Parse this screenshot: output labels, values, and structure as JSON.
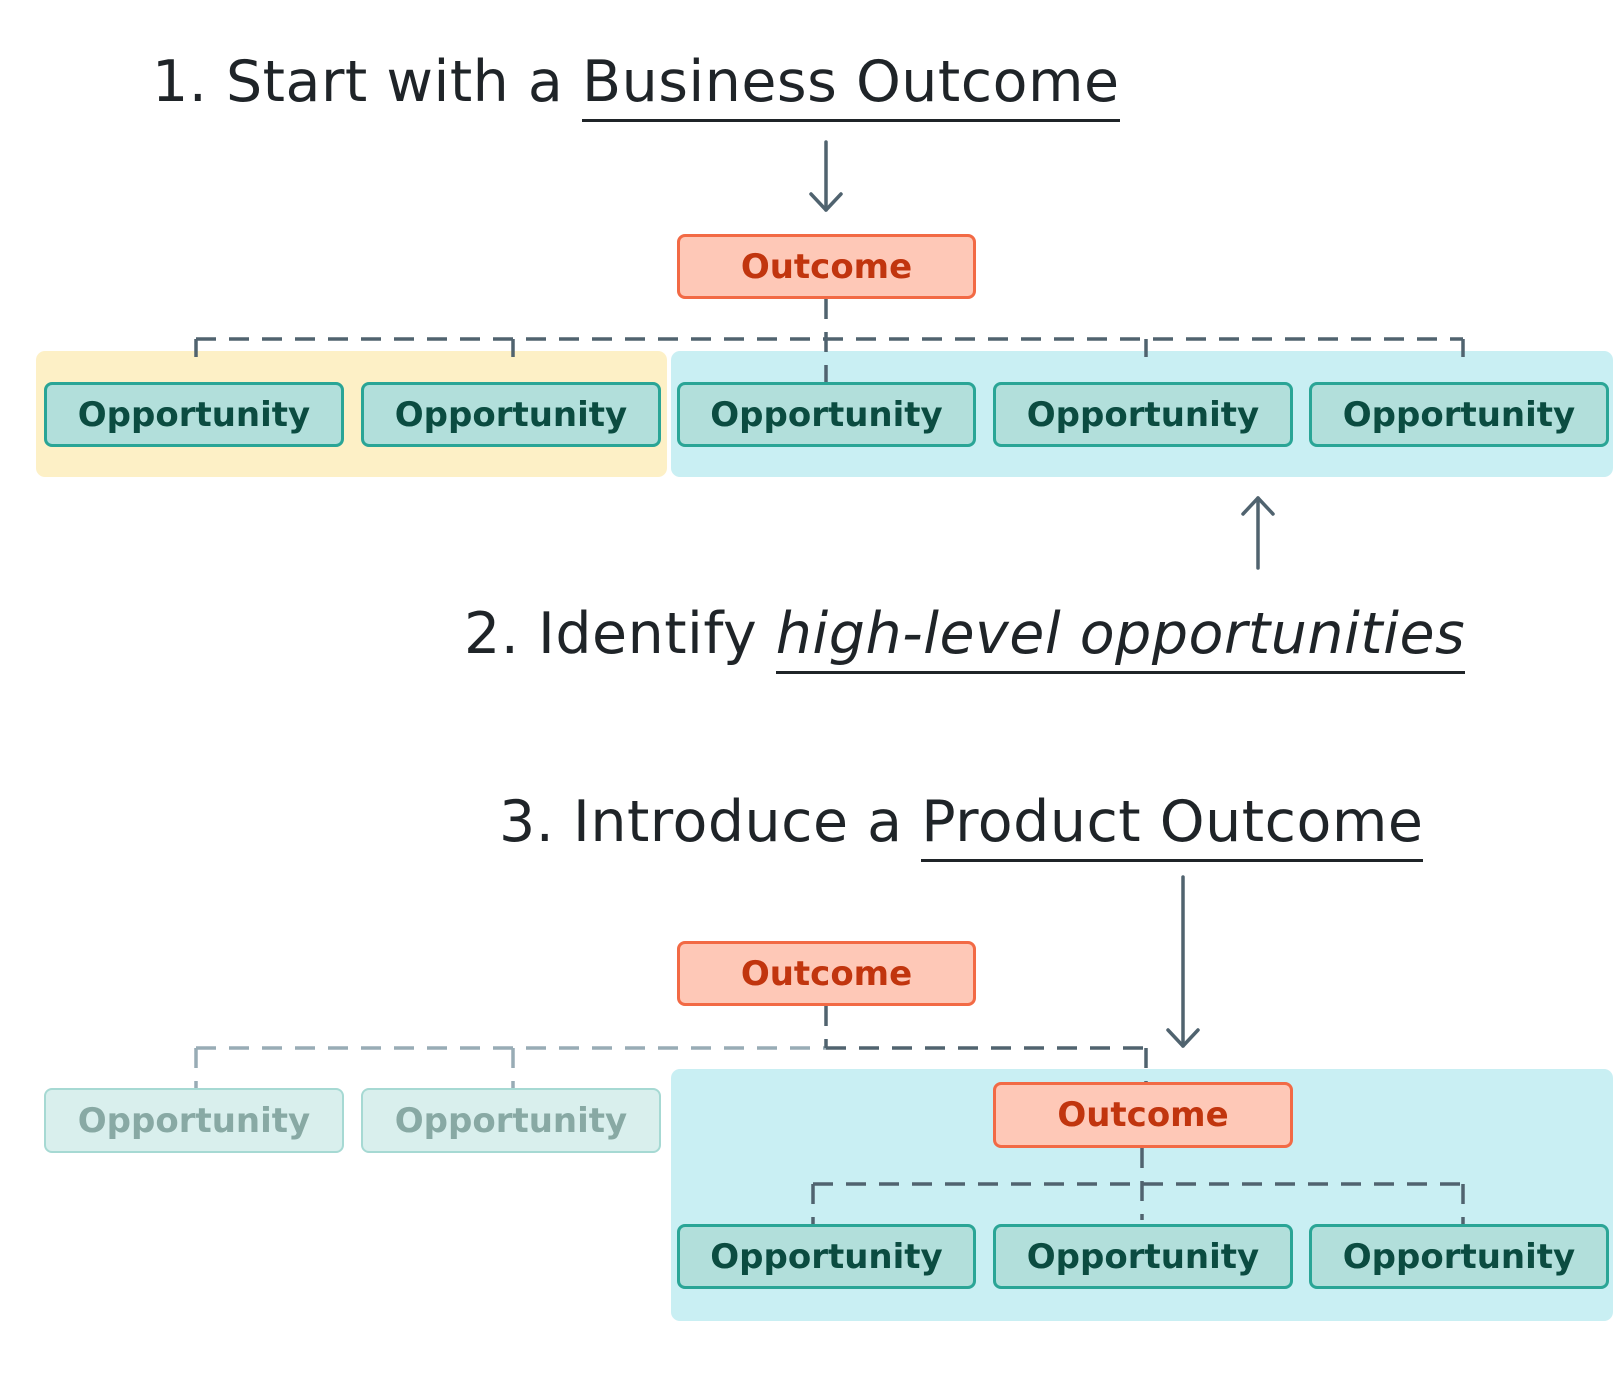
{
  "step1": {
    "prefix": "1. Start with a ",
    "emphasis": "Business Outcome"
  },
  "step2": {
    "prefix": "2. Identify ",
    "emphasis": "high-level opportunities"
  },
  "step3": {
    "prefix": "3. Introduce a ",
    "emphasis": "Product Outcome"
  },
  "tree1": {
    "outcome": "Outcome",
    "opportunities": [
      "Opportunity",
      "Opportunity",
      "Opportunity",
      "Opportunity",
      "Opportunity"
    ]
  },
  "tree2": {
    "outcome": "Outcome",
    "faded_opportunities": [
      "Opportunity",
      "Opportunity"
    ],
    "product_outcome": "Outcome",
    "product_opportunities": [
      "Opportunity",
      "Opportunity",
      "Opportunity"
    ]
  },
  "colors": {
    "outcome_fill": "#fec8b7",
    "outcome_border": "#f26a45",
    "outcome_text": "#c1350e",
    "opportunity_fill": "#b2dfdb",
    "opportunity_border": "#2aa596",
    "opportunity_text": "#0b4c41",
    "highlight_yellow": "#fdf0c6",
    "highlight_cyan": "#c9eff3",
    "connector": "#50636f"
  }
}
